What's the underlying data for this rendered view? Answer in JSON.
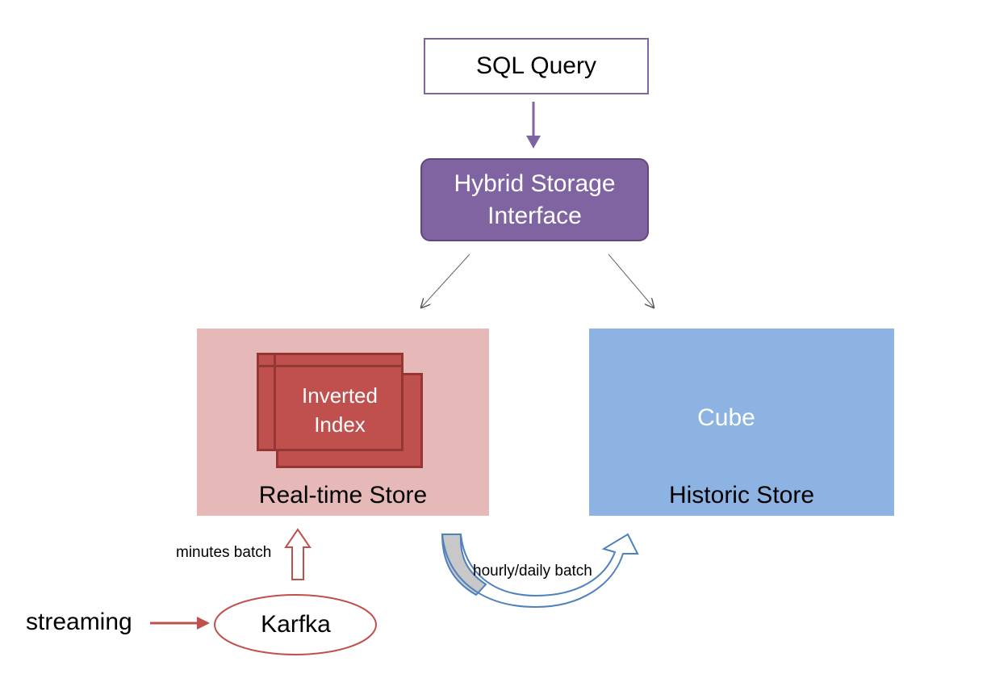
{
  "nodes": {
    "sql_query": "SQL Query",
    "hybrid_line1": "Hybrid Storage",
    "hybrid_line2": "Interface",
    "inverted_line1": "Inverted",
    "inverted_line2": "Index",
    "cube": "Cube",
    "realtime_store": "Real-time Store",
    "historic_store": "Historic Store",
    "karfka": "Karfka"
  },
  "edges": {
    "minutes_batch": "minutes batch",
    "hourly_daily_batch": "hourly/daily batch",
    "streaming": "streaming"
  },
  "colors": {
    "purple": "#8064a2",
    "red": "#c0504d",
    "pink_panel": "#e6b9b8",
    "blue": "#4f81bd",
    "blue_panel": "#8db3e2"
  }
}
